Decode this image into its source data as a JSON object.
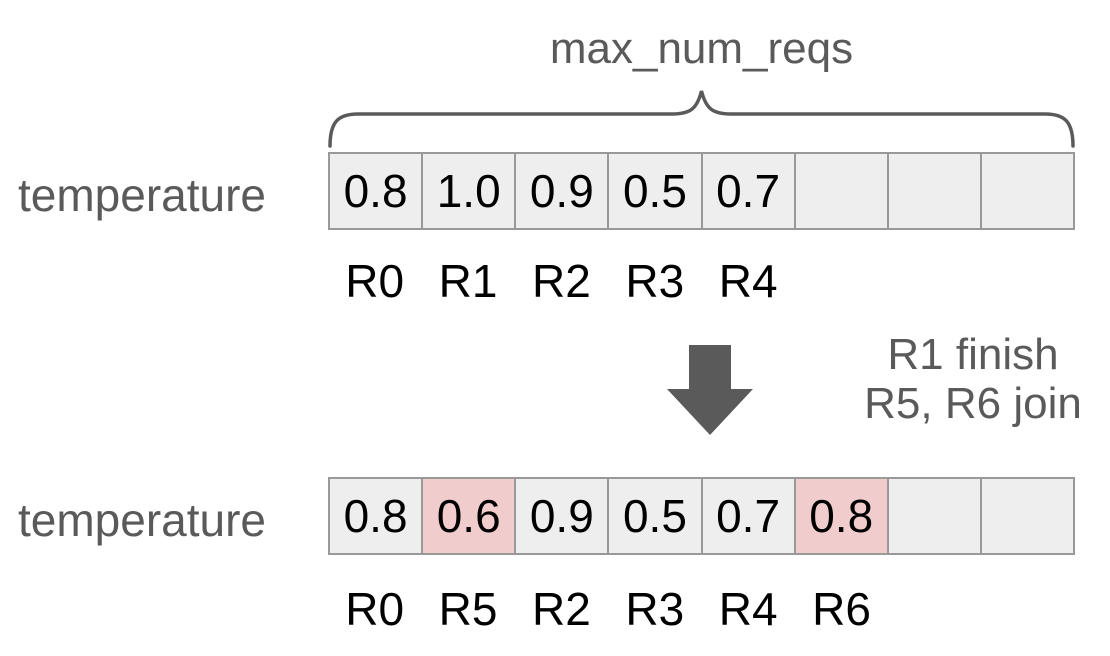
{
  "title_label": "max_num_reqs",
  "colors": {
    "gray_text": "#5a5a5a",
    "cell_bg": "#eeeeee",
    "cell_border": "#999999",
    "highlight_bg": "#f1cccc",
    "value_text": "#000000"
  },
  "arrays": {
    "before": {
      "row_label": "temperature",
      "cells": [
        {
          "value": "0.8",
          "highlight": false
        },
        {
          "value": "1.0",
          "highlight": false
        },
        {
          "value": "0.9",
          "highlight": false
        },
        {
          "value": "0.5",
          "highlight": false
        },
        {
          "value": "0.7",
          "highlight": false
        },
        {
          "value": "",
          "highlight": false
        },
        {
          "value": "",
          "highlight": false
        },
        {
          "value": "",
          "highlight": false
        }
      ],
      "slot_labels": [
        "R0",
        "R1",
        "R2",
        "R3",
        "R4",
        "",
        "",
        ""
      ]
    },
    "after": {
      "row_label": "temperature",
      "cells": [
        {
          "value": "0.8",
          "highlight": false
        },
        {
          "value": "0.6",
          "highlight": true
        },
        {
          "value": "0.9",
          "highlight": false
        },
        {
          "value": "0.5",
          "highlight": false
        },
        {
          "value": "0.7",
          "highlight": false
        },
        {
          "value": "0.8",
          "highlight": true
        },
        {
          "value": "",
          "highlight": false
        },
        {
          "value": "",
          "highlight": false
        }
      ],
      "slot_labels": [
        "R0",
        "R5",
        "R2",
        "R3",
        "R4",
        "R6",
        "",
        ""
      ]
    }
  },
  "transition": {
    "arrow_icon": "down-arrow",
    "lines": {
      "line1": "R1 finish",
      "line2": "R5, R6 join"
    }
  }
}
